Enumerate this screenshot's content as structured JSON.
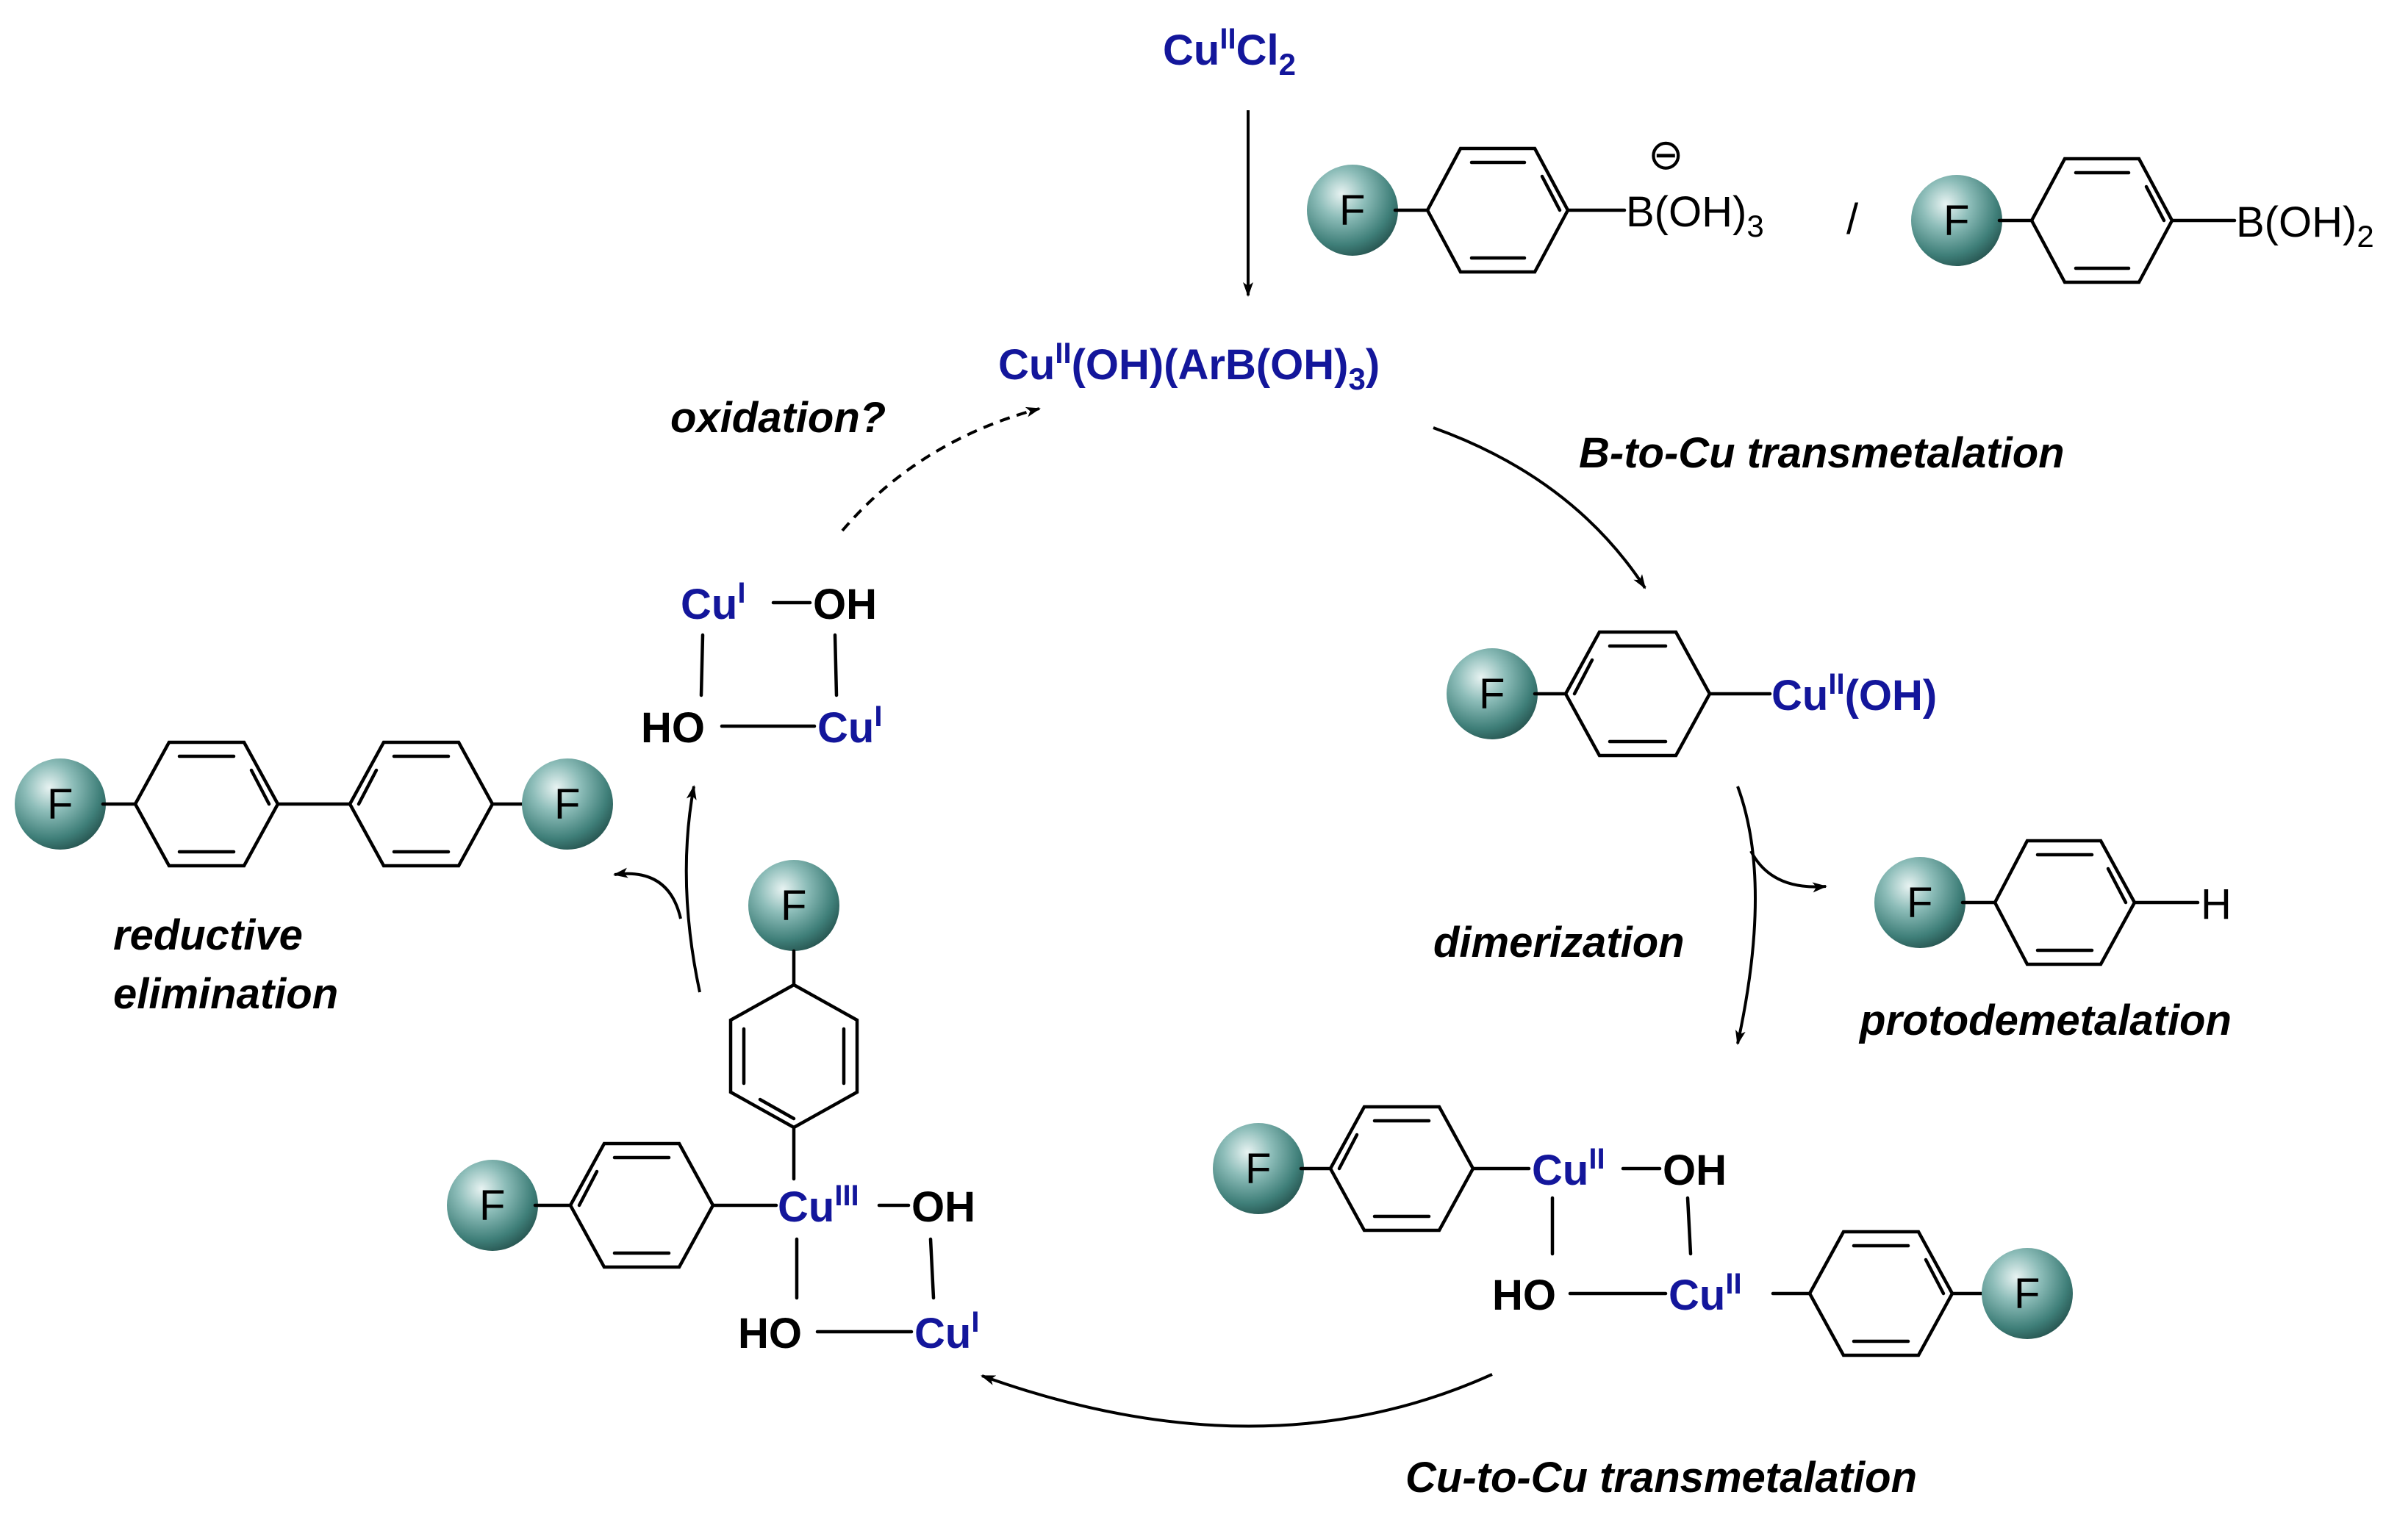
{
  "top": {
    "cucl2": {
      "base": "Cu",
      "ox": "II",
      "rest": "Cl",
      "sub": "2"
    },
    "borate": {
      "group": "B(OH)",
      "sub": "3",
      "charge": "⊖"
    },
    "separator": "/",
    "boronic": {
      "group": "B(OH)",
      "sub": "2"
    }
  },
  "species": {
    "complex1": {
      "p1": "Cu",
      "ox": "II",
      "p2": "(OH)(ArB(OH)",
      "sub": "3",
      "p3": ")"
    },
    "aryl_cu": {
      "cu": "Cu",
      "ox": "II",
      "rest": "(OH)"
    },
    "protonated": {
      "h": "H"
    },
    "dimer": {
      "cu": "Cu",
      "ox": "II",
      "oh": "OH",
      "ho": "HO"
    },
    "cu3": {
      "cu": "Cu",
      "ox3": "III",
      "ox1": "I",
      "oh": "OH",
      "ho": "HO"
    },
    "cu1_dimer": {
      "cu": "Cu",
      "ox": "I",
      "oh": "OH",
      "ho": "HO"
    }
  },
  "fluorine": "F",
  "steps": {
    "b_to_cu": "B-to-Cu transmetalation",
    "dimerization": "dimerization",
    "protodemetalation": "protodemetalation",
    "cu_to_cu": "Cu-to-Cu transmetalation",
    "reductive_line1": "reductive",
    "reductive_line2": "elimination",
    "oxidation": "oxidation?"
  },
  "colors": {
    "copper": "#13169b",
    "sphere": "#4f8c87",
    "text": "#000000"
  }
}
